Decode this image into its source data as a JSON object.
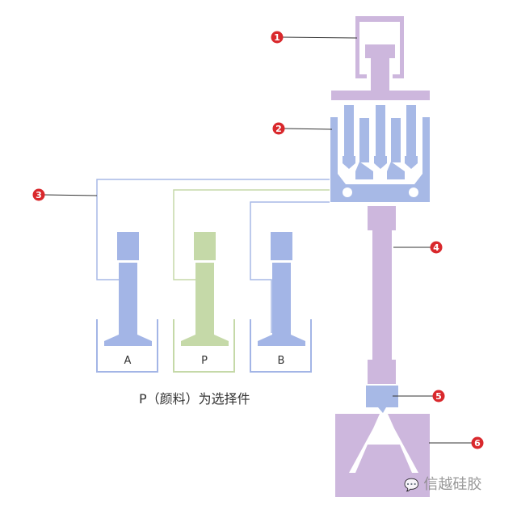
{
  "callouts": [
    "1",
    "2",
    "3",
    "4",
    "5",
    "6"
  ],
  "tanks": [
    {
      "label": "A",
      "color": "#a3b5e6"
    },
    {
      "label": "P",
      "color": "#c5d9a8"
    },
    {
      "label": "B",
      "color": "#a3b5e6"
    }
  ],
  "caption": "P（颜料）为选择件",
  "watermark": "信越硅胶",
  "colors": {
    "purple": "#cdb7dd",
    "blue": "#a7b9e6",
    "green": "#c5d9a8",
    "callout": "#d9282c"
  }
}
